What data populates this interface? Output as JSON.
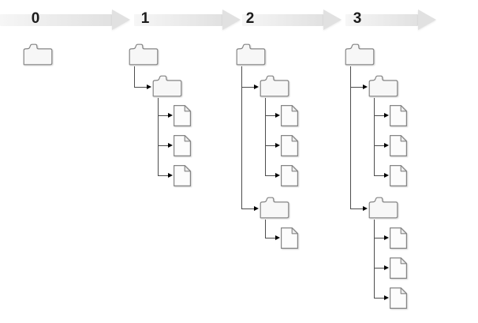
{
  "diagram": {
    "kind": "repository-filesystem-revisions-over-time",
    "timeline": {
      "labels": [
        "0",
        "1",
        "2",
        "3"
      ]
    },
    "revisions": [
      {
        "label": "0",
        "root": "folder",
        "subfolders": []
      },
      {
        "label": "1",
        "root": "folder",
        "subfolders": [
          {
            "type": "folder",
            "files": 3
          }
        ]
      },
      {
        "label": "2",
        "root": "folder",
        "subfolders": [
          {
            "type": "folder",
            "files": 3
          },
          {
            "type": "folder",
            "files": 1
          }
        ]
      },
      {
        "label": "3",
        "root": "folder",
        "subfolders": [
          {
            "type": "folder",
            "files": 3
          },
          {
            "type": "folder",
            "files": 3
          }
        ]
      }
    ],
    "colors": {
      "background": "#ffffff",
      "arrow_band_start": "#f6f6f6",
      "arrow_band_end": "#e1e1e1",
      "arrow_head": "#e1e1e1",
      "label_text": "#1c1c1c",
      "folder_fill": "#f7f7f7",
      "file_fill": "#fcfcfc",
      "file_fold_fill": "#ececec",
      "icon_outline": "#858585",
      "connector_line": "#4d4d4d",
      "connector_arrowhead": "#000000"
    }
  }
}
